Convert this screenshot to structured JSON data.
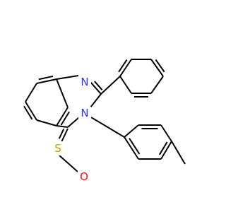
{
  "molecule": {
    "atoms": [
      {
        "key": "n1",
        "symbol": "N",
        "color": "#3333ff"
      },
      {
        "key": "n3",
        "symbol": "N",
        "color": "#3333ff"
      },
      {
        "key": "s",
        "symbol": "S",
        "color": "#b8a000"
      },
      {
        "key": "o",
        "symbol": "O",
        "color": "#ff0d0d"
      }
    ]
  },
  "colors": {
    "bond": "#000000",
    "nitrogen": "#3333ff",
    "sulfur": "#b8a000",
    "oxygen": "#ff0d0d"
  }
}
